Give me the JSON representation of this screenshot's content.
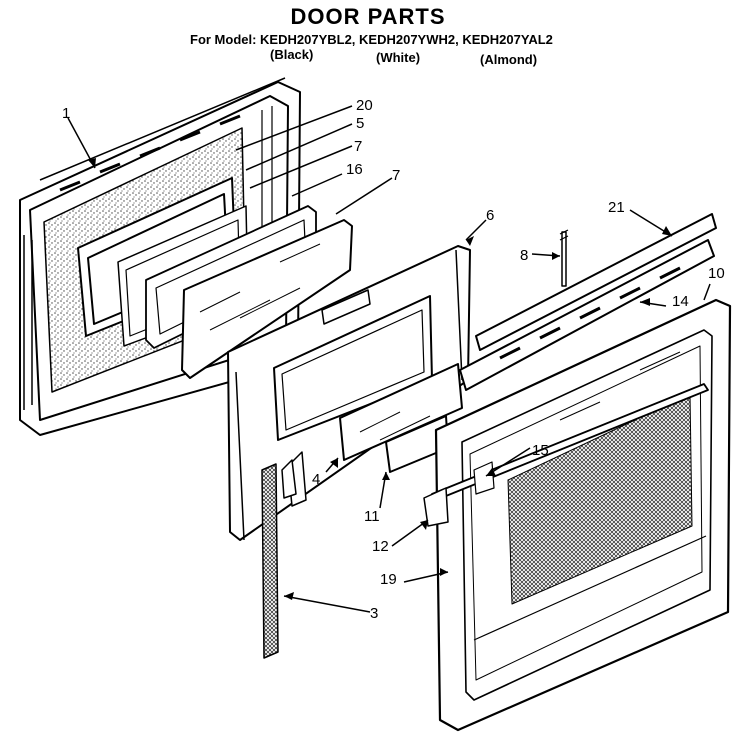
{
  "header": {
    "title": "DOOR PARTS",
    "models": "For Model: KEDH207YBL2, KEDH207YWH2, KEDH207YAL2",
    "variants": [
      "(Black)",
      "(White)",
      "(Almond)"
    ]
  },
  "callouts": [
    "1",
    "20",
    "5",
    "7",
    "16",
    "7",
    "6",
    "8",
    "21",
    "10",
    "14",
    "4",
    "15",
    "11",
    "12",
    "19",
    "3"
  ],
  "colors": {
    "ink": "#000000",
    "paper": "#ffffff",
    "insulation": "#666666"
  }
}
